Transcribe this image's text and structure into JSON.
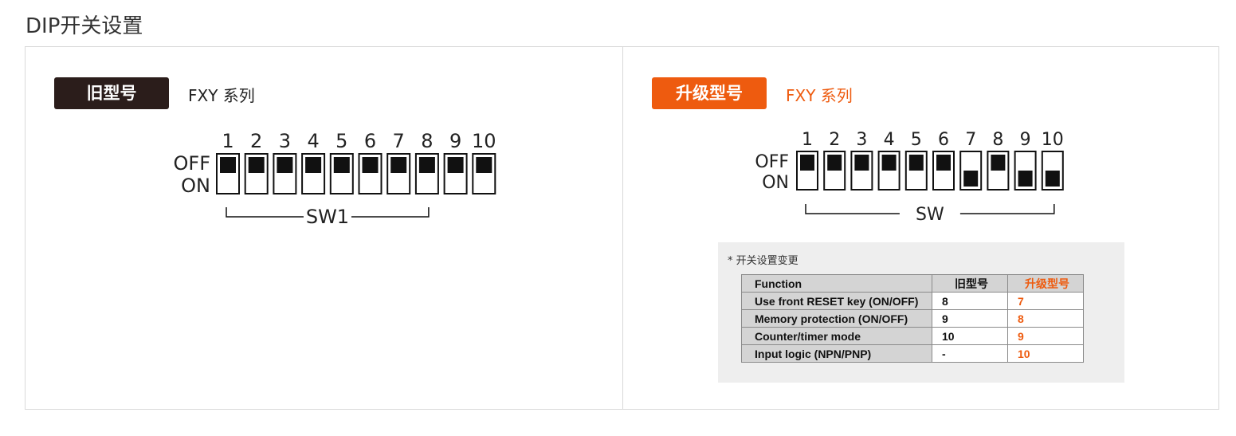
{
  "page": {
    "title": "DIP开关设置"
  },
  "left_panel": {
    "badge": "旧型号",
    "series": "FXY 系列",
    "diagram": {
      "numbers": [
        "1",
        "2",
        "3",
        "4",
        "5",
        "6",
        "7",
        "8",
        "9",
        "10"
      ],
      "off_label": "OFF",
      "on_label": "ON",
      "group_label": "SW1",
      "switch_positions": [
        "OFF",
        "OFF",
        "OFF",
        "OFF",
        "OFF",
        "OFF",
        "OFF",
        "OFF",
        "OFF",
        "OFF"
      ]
    }
  },
  "right_panel": {
    "badge": "升级型号",
    "series": "FXY 系列",
    "diagram": {
      "numbers": [
        "1",
        "2",
        "3",
        "4",
        "5",
        "6",
        "7",
        "8",
        "9",
        "10"
      ],
      "off_label": "OFF",
      "on_label": "ON",
      "group_label": "SW",
      "switch_positions": [
        "OFF",
        "OFF",
        "OFF",
        "OFF",
        "OFF",
        "OFF",
        "ON",
        "OFF",
        "ON",
        "ON"
      ]
    },
    "change_table": {
      "note": "* 开关设置变更",
      "headers": [
        "Function",
        "旧型号",
        "升级型号"
      ],
      "rows": [
        [
          "Use front RESET key (ON/OFF)",
          "8",
          "7"
        ],
        [
          "Memory protection (ON/OFF)",
          "9",
          "8"
        ],
        [
          "Counter/timer mode",
          "10",
          "9"
        ],
        [
          "Input logic (NPN/PNP)",
          "-",
          "10"
        ]
      ]
    }
  },
  "colors": {
    "accent": "#ee5b0f",
    "dark_badge": "#2b1d1b",
    "border": "#d9d9d9"
  }
}
